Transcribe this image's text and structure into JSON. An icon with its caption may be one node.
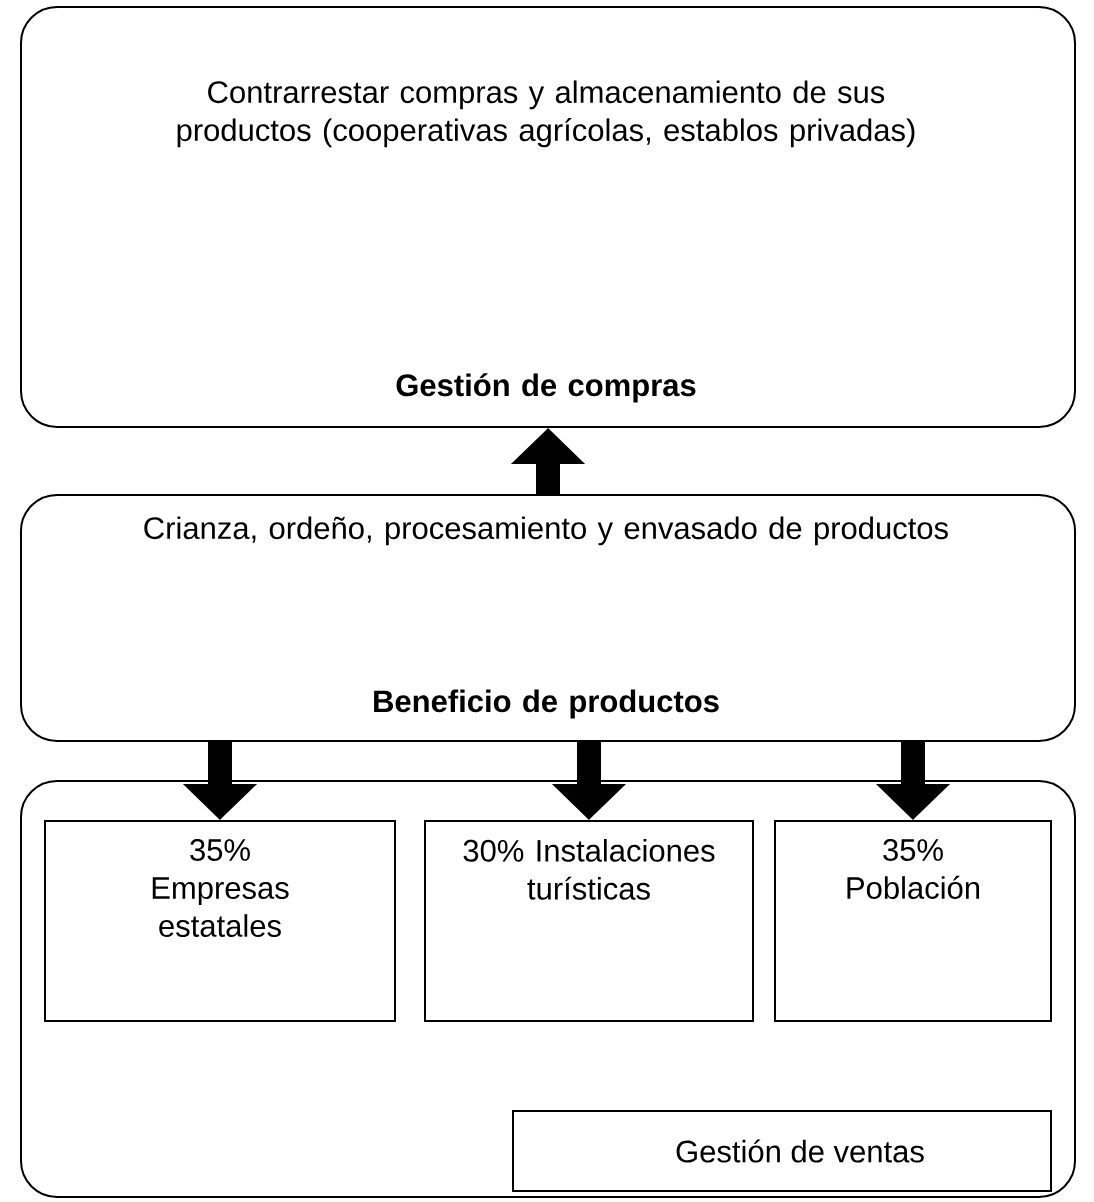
{
  "diagram": {
    "nodes": [
      {
        "text": [
          "Contrarrestar compras y almacenamiento de sus productos (cooperativas agrícolas, establos privadas)",
          "Gestión de compras"
        ]
      },
      {
        "text": [
          "Crianza, ordeño, procesamiento y envasado de productos",
          "Beneficio de productos"
        ]
      },
      {
        "text": [],
        "shape": "box"
      },
      {
        "text": [
          "35% Empresas estatales"
        ],
        "in": 2
      },
      {
        "text": [
          "30% Instalaciones turísticas"
        ],
        "in": 2
      },
      {
        "text": [
          "35% Población"
        ],
        "in": 2
      },
      {
        "text": [
          "Gestión de ventas"
        ],
        "in": 2
      }
    ],
    "edges": [
      {
        "from": 1,
        "to": 0,
        "arrow": "to"
      },
      {
        "from": 1,
        "to": 3,
        "arrow": "to"
      },
      {
        "from": 1,
        "to": 4,
        "arrow": "to"
      },
      {
        "from": 1,
        "to": 5,
        "arrow": "to"
      }
    ]
  }
}
